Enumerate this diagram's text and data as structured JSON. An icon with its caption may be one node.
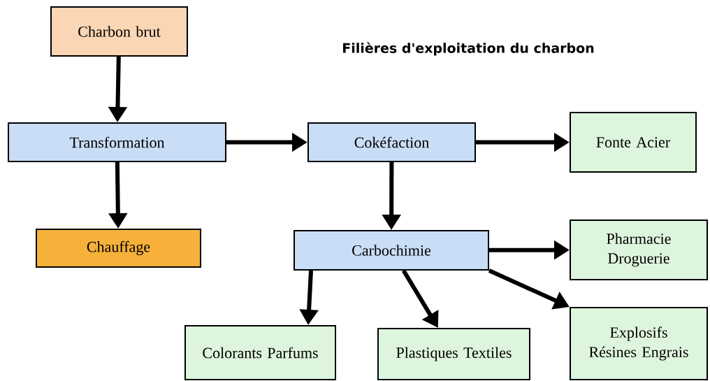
{
  "diagram": {
    "title": "Filières d'exploitation du charbon",
    "nodes": [
      {
        "text": [
          "Charbon brut"
        ]
      },
      {
        "text": [
          "Transformation"
        ]
      },
      {
        "text": [
          "Chauffage"
        ]
      },
      {
        "text": [
          "Cokéfaction"
        ]
      },
      {
        "text": [
          "Fonte Acier"
        ]
      },
      {
        "text": [
          "Carbochimie"
        ]
      },
      {
        "text": [
          "Pharmacie Droguerie"
        ]
      },
      {
        "text": [
          "Colorants Parfums"
        ]
      },
      {
        "text": [
          "Plastiques Textiles"
        ]
      },
      {
        "text": [
          "Explosifs Résines Engrais"
        ]
      }
    ],
    "edges": [
      {
        "from": 0,
        "to": 1,
        "arrow": "to"
      },
      {
        "from": 1,
        "to": 3,
        "arrow": "to"
      },
      {
        "from": 1,
        "to": 2,
        "arrow": "to"
      },
      {
        "from": 3,
        "to": 4,
        "arrow": "to"
      },
      {
        "from": 3,
        "to": 5,
        "arrow": "to"
      },
      {
        "from": 5,
        "to": 6,
        "arrow": "to"
      },
      {
        "from": 5,
        "to": 7,
        "arrow": "to"
      },
      {
        "from": 5,
        "to": 8,
        "arrow": "to"
      },
      {
        "from": 5,
        "to": 9,
        "arrow": "to"
      }
    ]
  }
}
